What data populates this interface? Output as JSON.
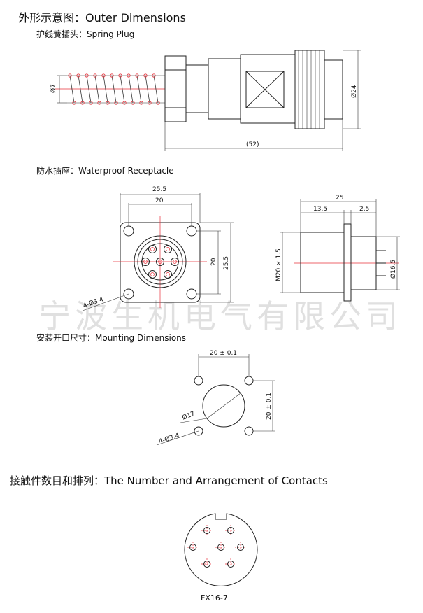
{
  "sections": {
    "outer": "外形示意图：Outer Dimensions",
    "spring_plug": "护线簧插头：Spring Plug",
    "receptacle": "防水插座：Waterproof Receptacle",
    "mounting": "安装开口尺寸：Mounting Dimensions",
    "contacts": "接触件数目和排列：The Number and Arrangement of Contacts"
  },
  "plug_dims": {
    "dia_7": "Ø7",
    "dia_24": "Ø24",
    "len_52": "(52)"
  },
  "receptacle_front_dims": {
    "w_25_5": "25.5",
    "w_20": "20",
    "h_20": "20",
    "h_25_5": "25.5",
    "holes": "4-Ø3.4"
  },
  "receptacle_side_dims": {
    "len_25": "25",
    "len_13_5": "13.5",
    "len_2_5": "2.5",
    "thread": "M20 × 1.5",
    "dia_16_5": "Ø16.5"
  },
  "mounting_dims": {
    "w": "20 ± 0.1",
    "h": "20 ± 0.1",
    "dia_17": "Ø17",
    "holes": "4-Ø3.4"
  },
  "model": "FX16-7",
  "watermark": "宁波生机电气有限公司"
}
